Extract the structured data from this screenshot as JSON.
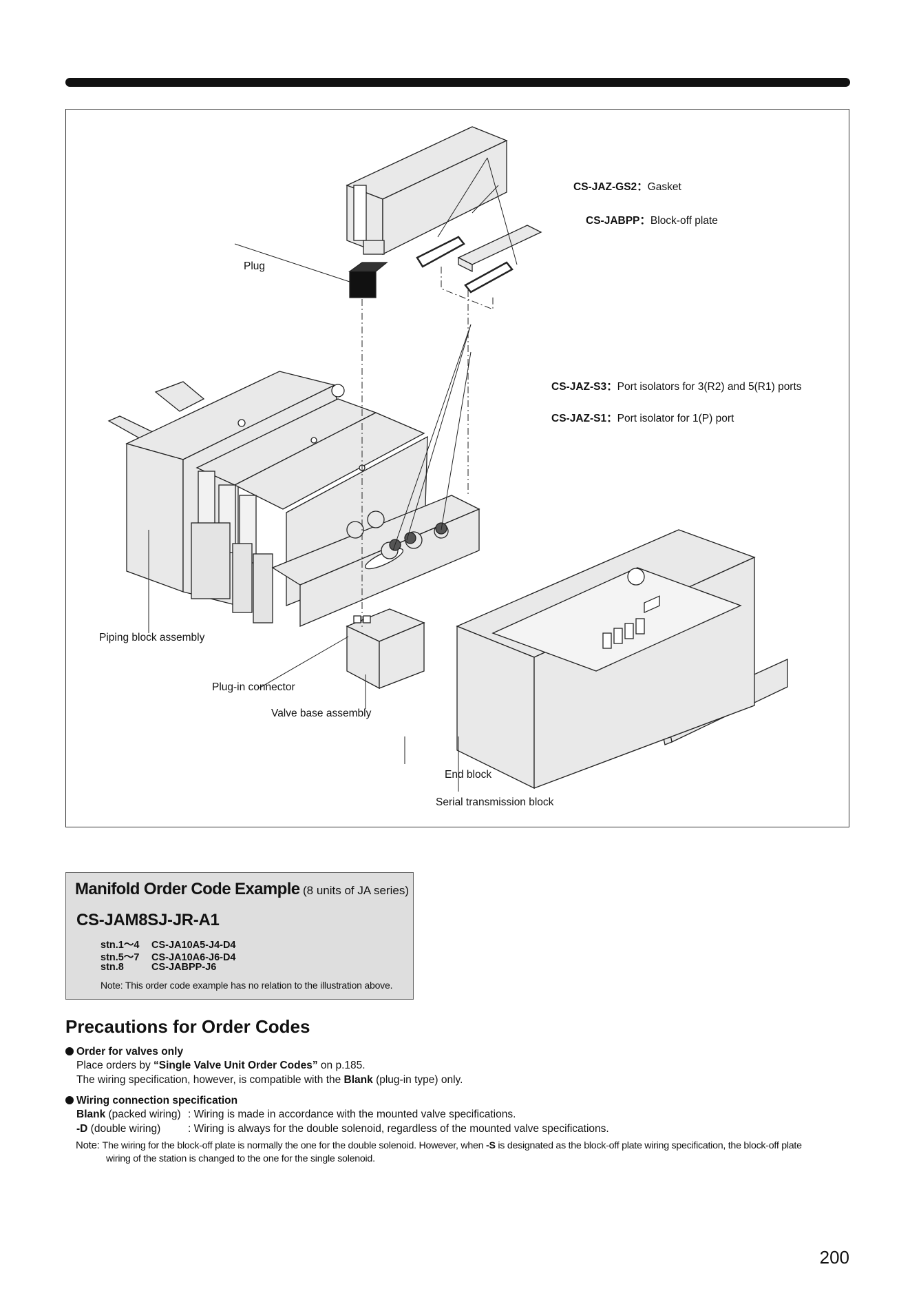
{
  "figure": {
    "labels": {
      "gasket_code": "CS-JAZ-GS2",
      "gasket_desc": "Gasket",
      "blockoff_code": "CS-JABPP",
      "blockoff_desc": "Block-off plate",
      "plug": "Plug",
      "s3_code": "CS-JAZ-S3",
      "s3_desc": "Port isolators for 3(R2) and 5(R1) ports",
      "s1_code": "CS-JAZ-S1",
      "s1_desc": "Port isolator for 1(P) port",
      "piping_block": "Piping block assembly",
      "plugin_connector": "Plug-in connector",
      "valve_base": "Valve base assembly",
      "end_block": "End block",
      "serial_block": "Serial transmission block",
      "separator": "："
    }
  },
  "order_example": {
    "title": "Manifold Order Code Example",
    "subtitle": "(8 units of JA  series)",
    "code": "CS-JAM8SJ-JR-A1",
    "rows": [
      {
        "station": "stn.1～4",
        "code": "CS-JA10A5-J4-D4"
      },
      {
        "station": "stn.5～7",
        "code": "CS-JA10A6-J6-D4"
      },
      {
        "station": "stn.8",
        "code": "CS-JABPP-J6"
      }
    ],
    "note": "Note: This order code example has no relation to the illustration above."
  },
  "precautions": {
    "title": "Precautions for Order Codes",
    "valves_only": {
      "heading": "Order for valves only",
      "line1_pre": "Place orders by ",
      "line1_bold": "“Single Valve Unit Order Codes”",
      "line1_post": " on p.185.",
      "line2_pre": "The wiring specification, however, is compatible with the ",
      "line2_bold": "Blank",
      "line2_post": " (plug-in type) only."
    },
    "wiring": {
      "heading": "Wiring connection specification",
      "rows": [
        {
          "key_bold": "Blank",
          "key_rest": " (packed wiring)",
          "desc": ": Wiring is made in accordance with the mounted valve specifications."
        },
        {
          "key_bold": "-D",
          "key_rest": " (double wiring)",
          "desc": ": Wiring is always for the double solenoid, regardless of the mounted valve specifications."
        }
      ]
    },
    "note": {
      "label": "Note: ",
      "text1_pre": "The wiring for the block-off plate is normally the one for the double solenoid. However, when ",
      "text1_bold": "-S",
      "text1_post": " is designated as the block-off plate wiring specification, the block-off plate",
      "text2": "wiring of the station is changed to the one for the single solenoid."
    }
  },
  "page_number": "200"
}
